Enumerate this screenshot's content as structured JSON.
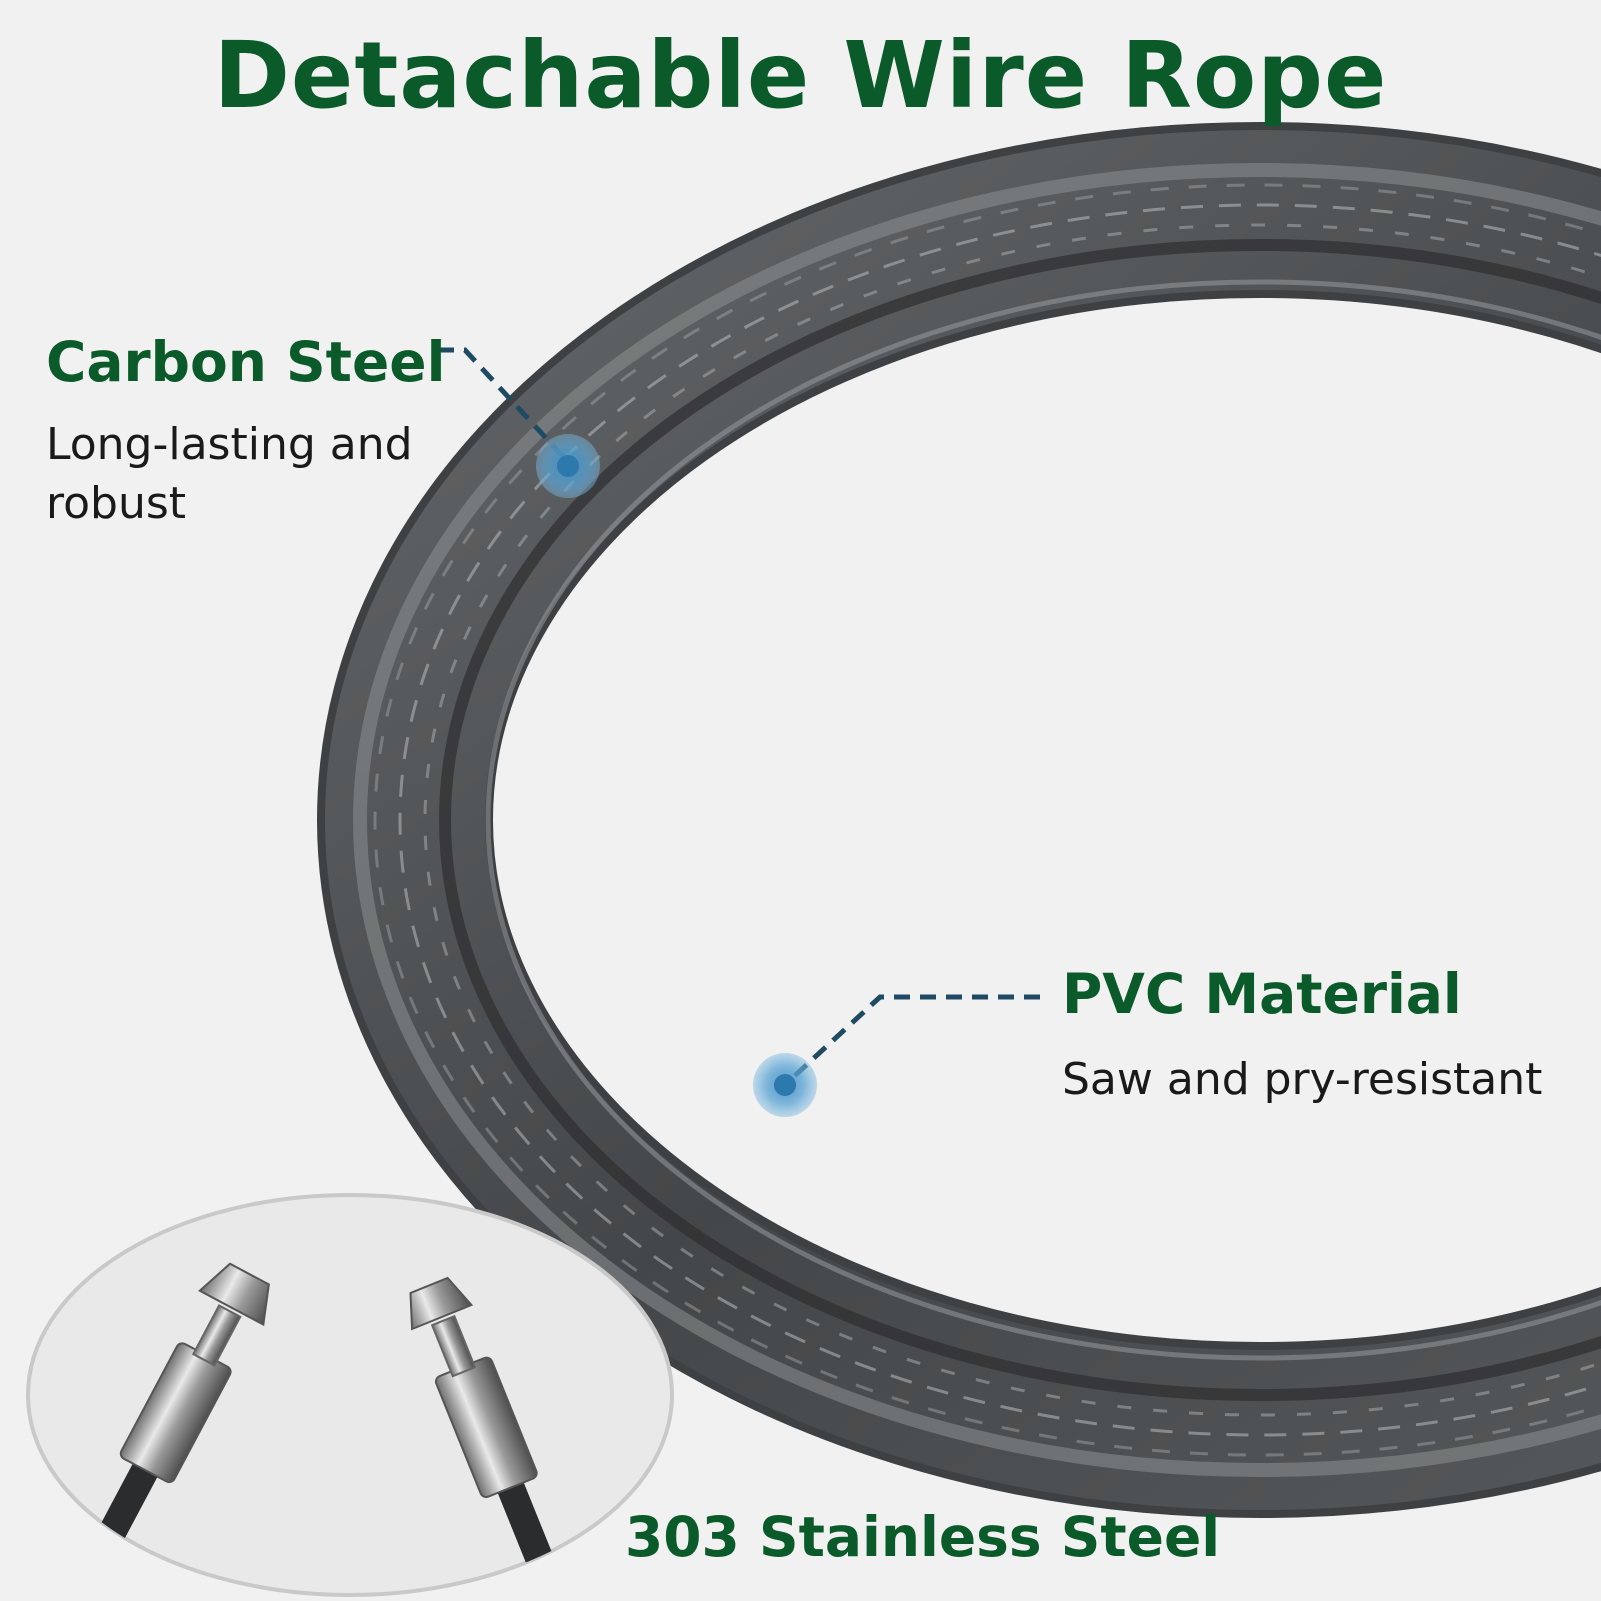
{
  "title": "Detachable Wire Rope",
  "features": {
    "carbon_steel": {
      "title": "Carbon Steel",
      "description": "Long-lasting and robust"
    },
    "pvc_material": {
      "title": "PVC Material",
      "description": "Saw and pry-resistant"
    },
    "stainless_steel": {
      "title": "303 Stainless Steel"
    }
  },
  "colors": {
    "heading_green": "#0b5a2a",
    "body_text": "#1a1a1a",
    "callout_line": "#1f4a63",
    "callout_dot": "#4f9bc8",
    "background": "#f1f1f1"
  }
}
